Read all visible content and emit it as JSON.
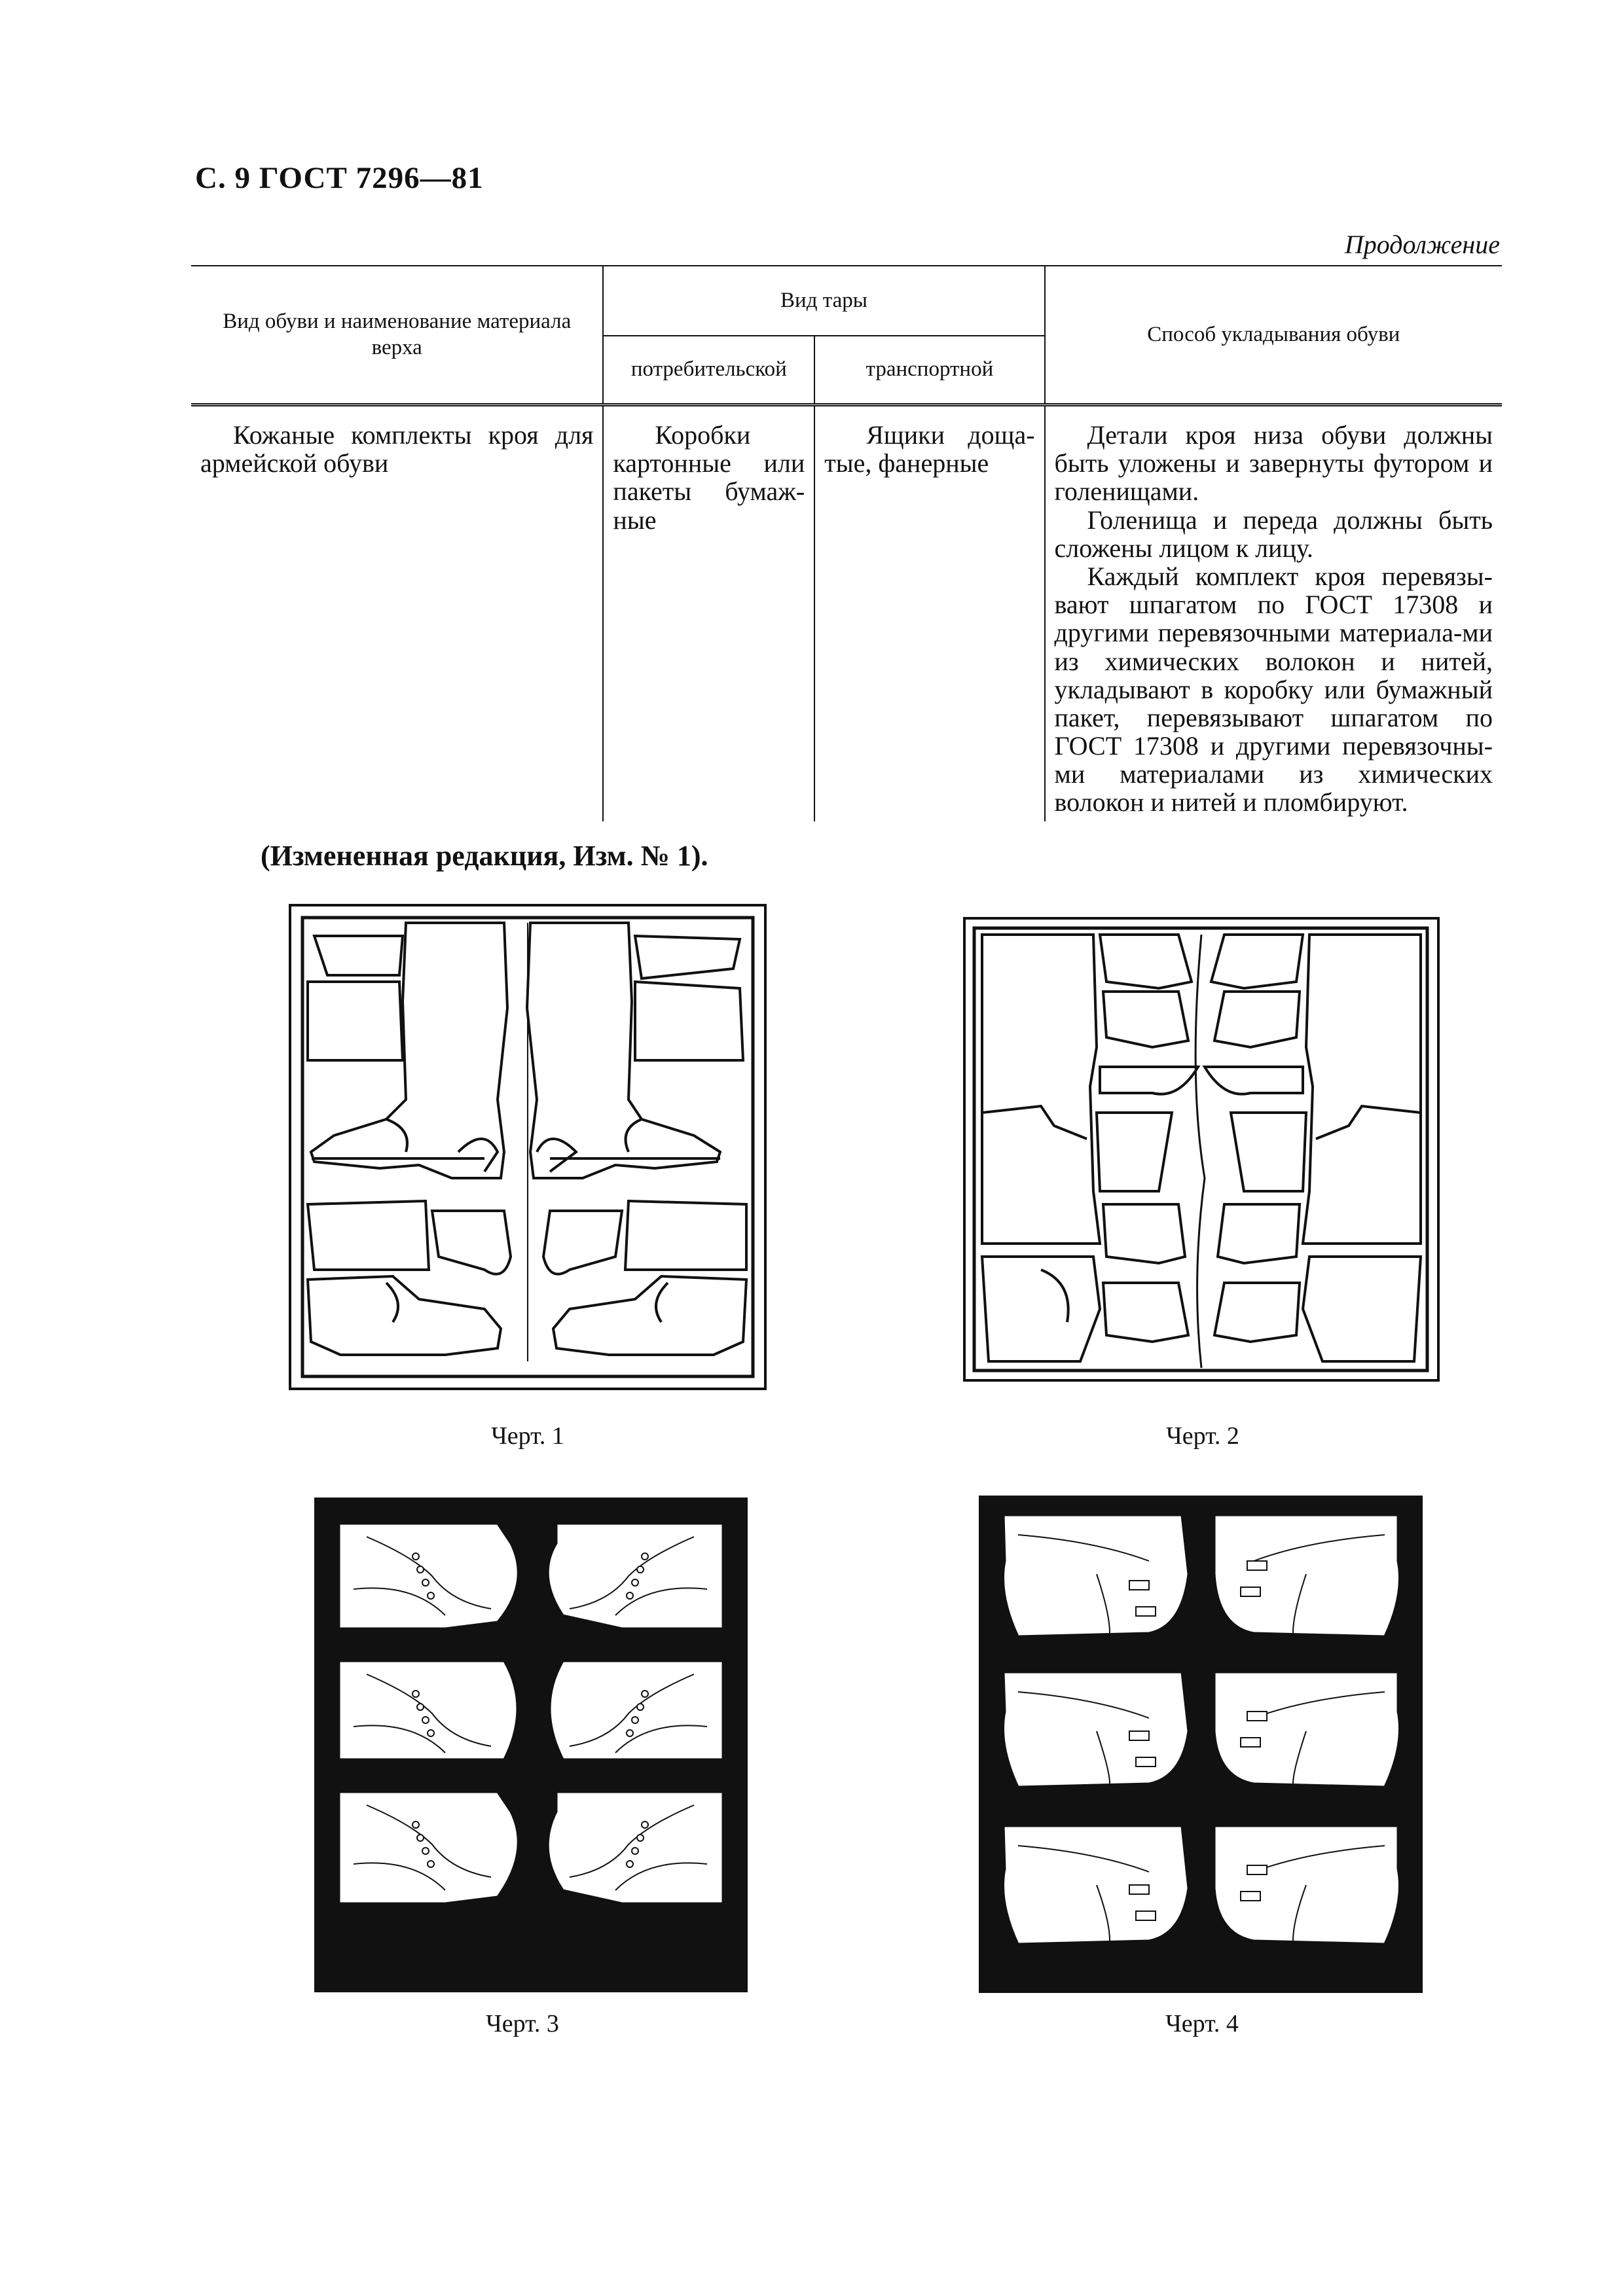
{
  "header": {
    "page_label": "С. 9 ГОСТ 7296—81",
    "continuation": "Продолжение"
  },
  "table": {
    "columns": {
      "footwear_type": "Вид обуви и наименование материала верха",
      "container_type": "Вид тары",
      "consumer": "потребительской",
      "transport": "транспортной",
      "packing_method": "Способ укладывания обуви"
    },
    "rows": [
      {
        "footwear_type": "Кожаные комплекты кроя для армейской обуви",
        "consumer": "Коробки картонные или пакеты бумаж-ные",
        "transport": "Ящики доща-тые, фанерные",
        "packing_method": [
          "Детали кроя низа обуви должны быть уложены и завернуты футором и голенищами.",
          "Голенища и переда должны быть сложены лицом к лицу.",
          "Каждый комплект кроя перевязы-вают шпагатом по ГОСТ 17308 и другими перевязочными материала-ми из химических волокон и нитей, укладывают в коробку или бумажный пакет, перевязывают шпагатом по ГОСТ 17308 и другими перевязочны-ми материалами из химических волокон и нитей и пломбируют."
        ]
      }
    ]
  },
  "amendment_note": "(Измененная редакция, Изм. № 1).",
  "figures": [
    {
      "caption": "Черт. 1",
      "icon": "tall-boots-packing-drawing"
    },
    {
      "caption": "Черт. 2",
      "icon": "tall-boots-packing-drawing"
    },
    {
      "caption": "Черт. 3",
      "icon": "laced-boots-packing-drawing"
    },
    {
      "caption": "Черт. 4",
      "icon": "buckled-boots-packing-drawing"
    }
  ]
}
